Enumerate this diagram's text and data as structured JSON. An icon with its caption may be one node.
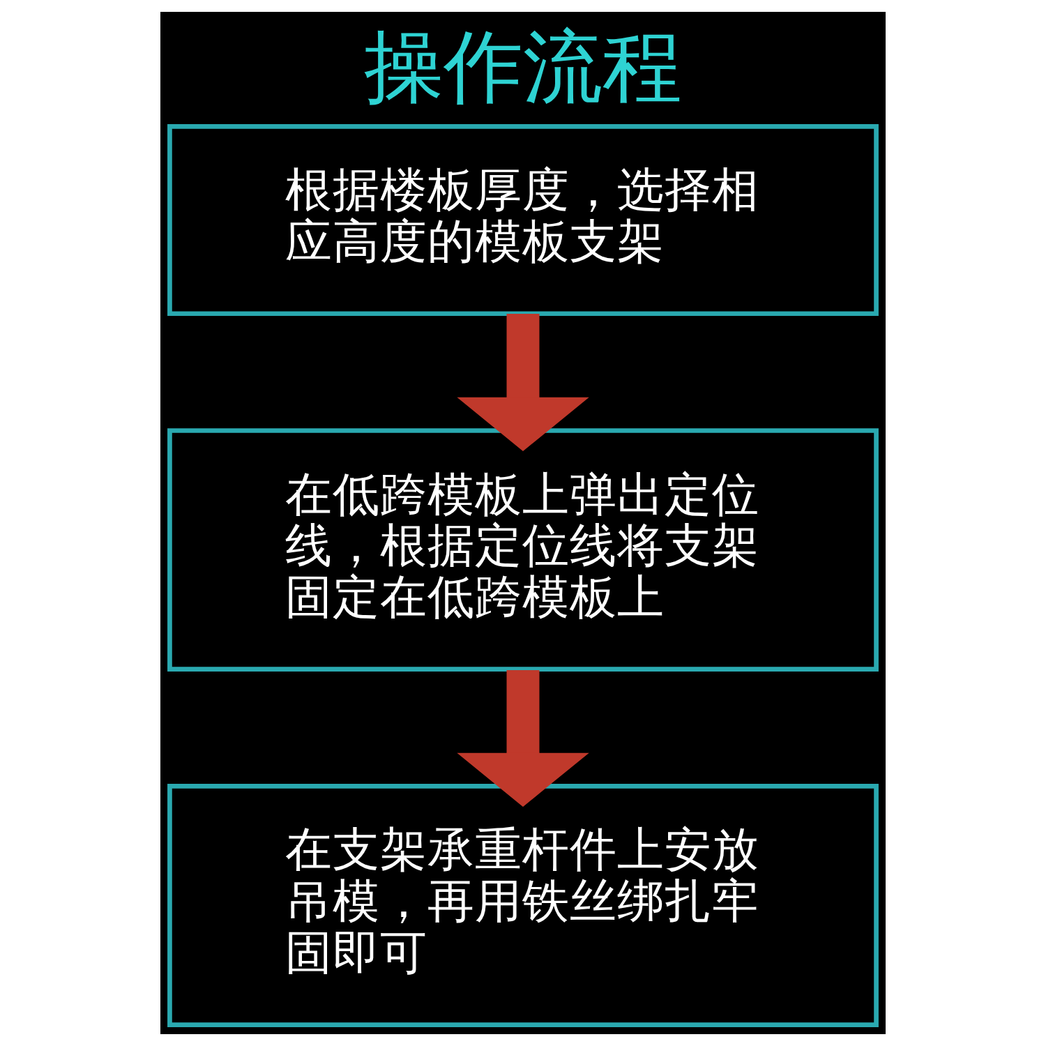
{
  "diagram": {
    "title": "操作流程",
    "nodes": [
      {
        "text": [
          "根据楼板厚度，选择相应高度的模板支架"
        ]
      },
      {
        "text": [
          "在低跨模板上弹出定位线，根据定位线将支架固定在低跨模板上"
        ]
      },
      {
        "text": [
          "在支架承重杆件上安放吊模，再用铁丝绑扎牢固即可"
        ]
      }
    ],
    "edges": [
      {
        "from": 0,
        "to": 1,
        "arrow": "to"
      },
      {
        "from": 1,
        "to": 2,
        "arrow": "to"
      }
    ]
  }
}
